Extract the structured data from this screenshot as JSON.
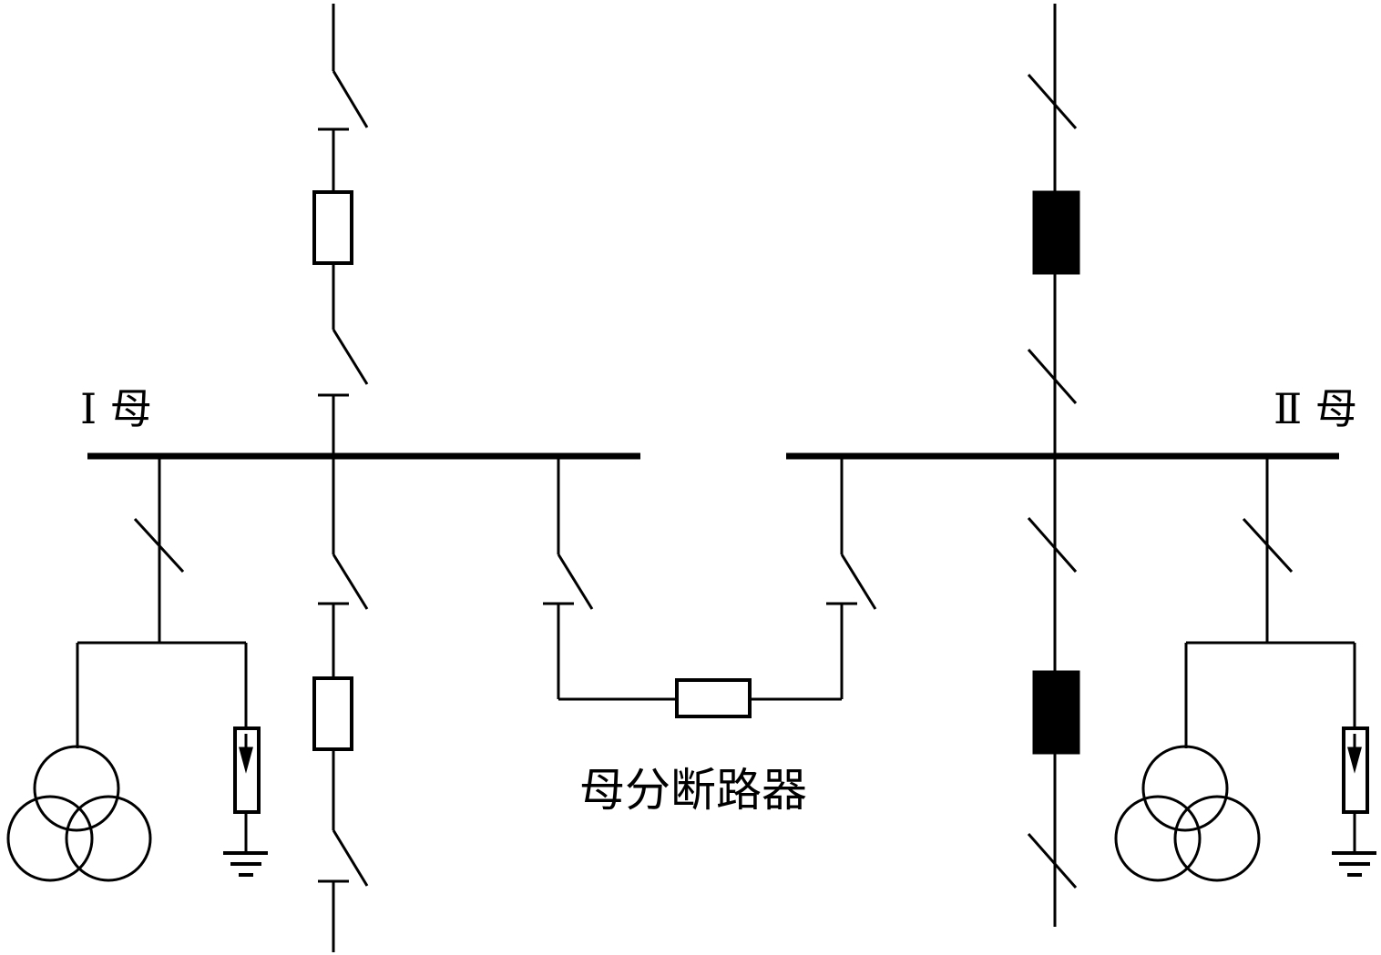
{
  "labels": {
    "bus1": "Ⅰ 母",
    "bus2": "Ⅱ 母",
    "bus_tie_breaker": "母分断路器"
  },
  "colors": {
    "line": "#000000",
    "background": "#ffffff"
  },
  "symbols": [
    "disconnect-switch",
    "fuse",
    "breaker-open",
    "breaker-closed",
    "three-winding-transformer",
    "arrester",
    "ground"
  ]
}
